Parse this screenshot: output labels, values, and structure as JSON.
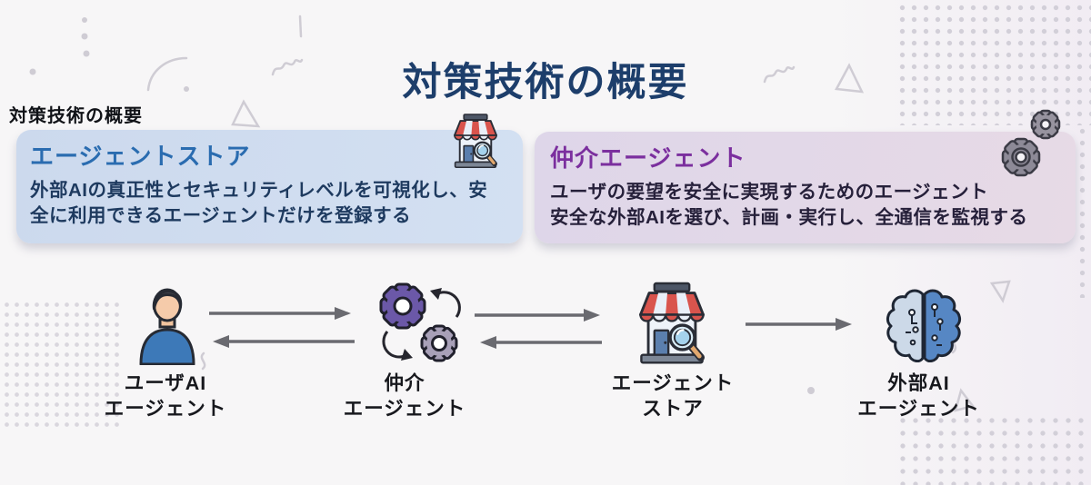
{
  "slide": {
    "overlay_label": "対策技術の概要",
    "title": "対策技術の概要"
  },
  "cards": [
    {
      "id": "agent-store",
      "heading": "エージェントストア",
      "body_lines": [
        "外部AIの真正性とセキュリティレベルを可視化し、安",
        "全に利用できるエージェントだけを登録する"
      ],
      "icon": "storefront-icon",
      "heading_color": "#2a6cb0",
      "background": "#cfdcef"
    },
    {
      "id": "mediator-agent",
      "heading": "仲介エージェント",
      "body_lines": [
        "ユーザの要望を安全に実現するためのエージェント",
        "安全な外部AIを選び、計画・実行し、全通信を監視する"
      ],
      "icon": "gears-icon",
      "heading_color": "#7b2f9e",
      "background": "#ded6e9"
    }
  ],
  "flow": {
    "nodes": [
      {
        "id": "user-ai-agent",
        "icon": "user-icon",
        "label": [
          "ユーザAI",
          "エージェント"
        ]
      },
      {
        "id": "mediator-agent",
        "icon": "gears-icon",
        "label": [
          "仲介",
          "エージェント"
        ]
      },
      {
        "id": "agent-store",
        "icon": "storefront-icon",
        "label": [
          "エージェント",
          "ストア"
        ]
      },
      {
        "id": "external-ai-agent",
        "icon": "brain-icon",
        "label": [
          "外部AI",
          "エージェント"
        ]
      }
    ],
    "connections": [
      {
        "from": "user-ai-agent",
        "to": "mediator-agent",
        "direction": "bidirectional"
      },
      {
        "from": "mediator-agent",
        "to": "agent-store",
        "direction": "bidirectional"
      },
      {
        "from": "agent-store",
        "to": "external-ai-agent",
        "direction": "forward"
      }
    ],
    "arrow_color": "#6a6a70"
  },
  "colors": {
    "title": "#1d3e6b",
    "background": "#f7f6f7",
    "card_store_bg": "#cfdcef",
    "card_mediator_bg": "#ded6e9",
    "card_store_heading": "#2a6cb0",
    "card_mediator_heading": "#7b2f9e",
    "card_store_body": "#1e3a5f",
    "card_mediator_body": "#26203a",
    "node_label": "#17181d"
  }
}
